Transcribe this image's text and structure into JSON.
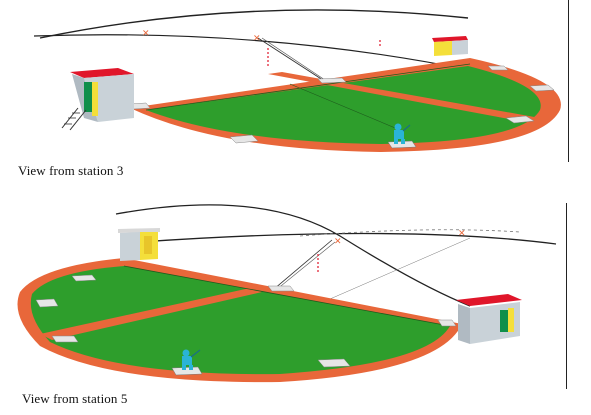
{
  "captions": {
    "top": "View from station 3",
    "bottom": "View from station 5"
  },
  "colors": {
    "field_green": "#2e9e2c",
    "track_orange": "#e8673a",
    "roof_red": "#e0162a",
    "hut_wall_gray": "#c9d2d8",
    "door_green": "#0f8f4a",
    "door_yellow": "#f4df3a",
    "shooter_cyan": "#2ab4d6"
  },
  "icons": [
    "station-hut",
    "shooter-figure",
    "target-trajectory-arc"
  ]
}
